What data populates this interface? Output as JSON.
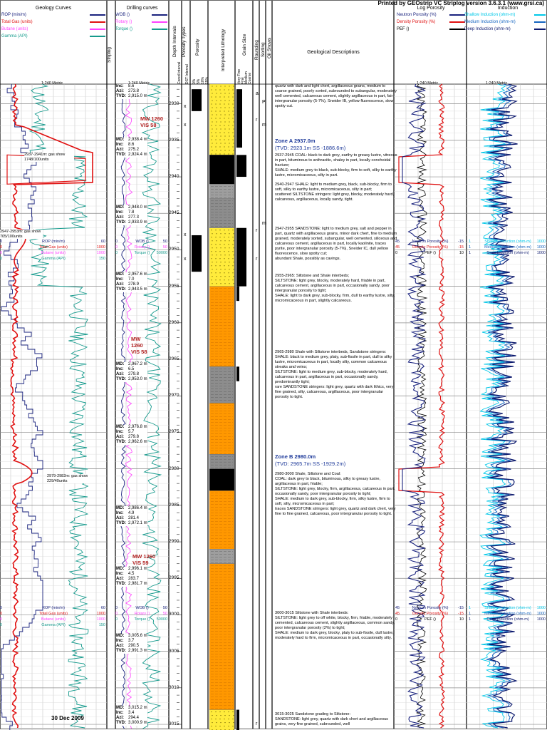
{
  "header": {
    "printed_by": "Printed by GEOstrip VC Striplog version 3.6.3.1 (www.grsi.ca)"
  },
  "tracks": {
    "geology": {
      "title": "Geology Curves",
      "legend": [
        {
          "label": "ROP (min/m)",
          "color": "#1a237e"
        },
        {
          "label": "Total Gas (units)",
          "color": "#e01010"
        },
        {
          "label": "Butane (units)",
          "color": "#ff40ff"
        },
        {
          "label": "Gamma (API)",
          "color": "#159a8c"
        }
      ],
      "scale": "1:240 Metric"
    },
    "drilling": {
      "title": "Drilling curves",
      "legend": [
        {
          "label": "WOB ()",
          "color": "#1a237e"
        },
        {
          "label": "Rotary ()",
          "color": "#ff40ff"
        },
        {
          "label": "Torque ()",
          "color": "#159a8c"
        }
      ],
      "scale": "1:240 Metric"
    },
    "striplog_label": "Striplog",
    "depth_intervals": "Depth Intervals",
    "porosity_types": "Porosity Types",
    "porosity": "Porosity",
    "interpreted_lithology": "Interpreted Lithology",
    "grain_size": "Grain Size",
    "rounding": "Rounding",
    "sorting": "Sorting",
    "oil_shows": "Oil Shows",
    "geological_descriptions": "Geological Descriptions",
    "core_interval": "Cored Interval",
    "dst_interval": "DST Interval",
    "log_porosity": {
      "title": "Log Porosity",
      "legend": [
        {
          "label": "Neutron Porosity (%)",
          "color": "#1a237e"
        },
        {
          "label": "Density Porosity (%)",
          "color": "#e01010"
        },
        {
          "label": "PEF ()",
          "color": "#000000"
        }
      ],
      "scale": "1:240 Metric"
    },
    "induction": {
      "title": "Induction",
      "legend": [
        {
          "label": "Shallow Induction (ohm-m)",
          "color": "#00c8e8"
        },
        {
          "label": "Medium Induction (ohm-m)",
          "color": "#1565c0"
        },
        {
          "label": "Deep Induction (ohm-m)",
          "color": "#0d1a6e"
        }
      ],
      "scale": "1:240 Metric"
    }
  },
  "depths": [
    "2930",
    "2935",
    "2940",
    "2945",
    "2950",
    "2955",
    "2960",
    "2965",
    "2970",
    "2975",
    "2980",
    "2985",
    "2990",
    "2995",
    "3000",
    "3005",
    "3010",
    "3015"
  ],
  "surveys": [
    {
      "md": "",
      "inc": "",
      "azi": "273.8",
      "tvd": "2,915.0 m"
    },
    {
      "md": "2,938.4 m",
      "inc": "8.6",
      "azi": "275.2",
      "tvd": "2,924.4 m"
    },
    {
      "md": "2,948.0 m",
      "inc": "7.8",
      "azi": "277.3",
      "tvd": "2,933.9 m"
    },
    {
      "md": "2,957.6 m",
      "inc": "7.0",
      "azi": "278.9",
      "tvd": "2,943.5 m"
    },
    {
      "md": "2,967.2 m",
      "inc": "6.5",
      "azi": "279.8",
      "tvd": "2,953.0 m"
    },
    {
      "md": "2,976.8 m",
      "inc": "5.7",
      "azi": "279.8",
      "tvd": "2,962.6 m"
    },
    {
      "md": "2,986.4 m",
      "inc": "4.9",
      "azi": "281.4",
      "tvd": "2,972.1 m"
    },
    {
      "md": "2,996.1 m",
      "inc": "4.5",
      "azi": "283.7",
      "tvd": "2,981.7 m"
    },
    {
      "md": "3,005.6 m",
      "inc": "3.7",
      "azi": "290.5",
      "tvd": "2,991.3 m"
    },
    {
      "md": "3,015.2 m",
      "inc": "3.4",
      "azi": "294.4",
      "tvd": "3,000.9 m"
    }
  ],
  "survey_labels": {
    "md": "MD:",
    "inc": "Inc:",
    "azi": "Azi:",
    "tvd": "TVD:",
    "top_inc": "8.6"
  },
  "mud": [
    {
      "mw": "MW 1260",
      "vis": "VIS 58"
    },
    {
      "mw": "MW 1260",
      "vis": "VIS 58"
    },
    {
      "mw": "MW 1260",
      "vis": "VIS 59"
    }
  ],
  "gas_notes": [
    "2937-2941m: gas show 1748/100units",
    "2947-2953m: gas show 705/100units",
    "2979-2982m: gas show 229/40units"
  ],
  "repeat_header": {
    "rop": "ROP (min/m)",
    "rop_l": "0",
    "rop_r": "60",
    "gas": "Total Gas (units)",
    "gas_l": "0",
    "gas_r": "1000",
    "butane": "Butane (units)",
    "butane_l": "0",
    "butane_r": "1000",
    "gamma": "Gamma (API)",
    "gamma_l": "0",
    "gamma_r": "150",
    "wob": "WOB ()",
    "wob_l": "0",
    "wob_r": "50",
    "rotary": "Rotary ()",
    "rotary_l": "0",
    "rotary_r": "50",
    "torque": "Torque ()",
    "torque_l": "0",
    "torque_r": "50000",
    "neutron": "Neutron Porosity (%)",
    "neutron_l": "45",
    "neutron_r": "-15",
    "density": "Density Porosity (%)",
    "density_l": "45",
    "density_r": "-15",
    "pef": "PEF ()",
    "pef_l": "0",
    "pef_r": "10",
    "shallow": "Shallow Induction (ohm-m)",
    "shallow_l": "1",
    "shallow_r": "1000",
    "medium": "Medium Induction (ohm-m)",
    "medium_l": "1",
    "medium_r": "1000",
    "deep": "Deep Induction (ohm-m)",
    "deep_l": "1",
    "deep_r": "1000"
  },
  "descriptions": {
    "top": "quartz with dark and light chert, argillaceous grains, medium to coarse grained, poorly sorted, subrounded to subangular, moderately well cemented, calcareous cement, slightly argillaceous in part, fair intergranular porosity (5-7%), Sneider IB, yellow fluorescence, slow spotty cut.",
    "zone_a": "Zone A 2937.0m",
    "zone_a_tvd": "(TVD: 2923.1m SS -1886.6m)",
    "d2937": "2937-2945 COAL: black to dark grey, earthy to greasy lustre, vitreous in part, bituminous to anthracitic, shaley in part, locally conchoidal fracture;\nSHALE: medium grey to black, sub-blocky, firm to soft, silky to earthy lustre, micromicaceous, silty in part.",
    "d2940": "2940-2947 SHALE: light to medium grey, black, sub-blocky, firm to soft, silky to earthy lustre, micromicaceous, silty in part;\nscattered SILTSTONE stringers: light grey, blocky, moderately hard, calcareous, argillaceous, locally sandy, tight.",
    "d2947": "2947-2955 SANDSTONE: light to medium grey, salt and pepper in part, quartz with argillaceous grains, minor dark chert, fine to medium grained, moderately sorted, subangular, well cemented, siliceous and calcareous cement, argillaceous in part, locally kaolinite, traces pyrite, poor intergranular porosity (5-7%), Sneider IC, dull yellow fluorescence, slow spotty cut;\nabundant Shale, possibly as cavings.",
    "d2955": "2955-2965: Siltstone and Shale interbeds;\nSILTSTONE: light grey, blocky, moderately hard, friable in part, calcareous cement, argillaceous in part, occasionally sandy, poor intergranular porosity to tight;\nSHALE: light to dark grey, sub-blocky, firm, dull to earthy lustre, silty, micromicaceous in part, slightly calcareous.",
    "d2965": "2965-2980 Shale with Siltstone interbeds, Sandstone stringers:\nSHALE: black to medium grey, platy, sub-fissile in part, dull to silky lustre, micromicaceous in part, locally silty, common calcareous streaks and veins;\nSILTSTONE: light to medium grey, sub-blocky, moderately hard, calcareous in part, argillaceous in part, occasionally sandy, predominantly tight;\nrare SANDSTONE stringers: light grey, quartz with dark lithics, very fine grained, silty, calcareous, argillaceous, poor intergranular porosity to tight.",
    "zone_b": "Zone B 2980.0m",
    "zone_b_tvd": "(TVD: 2965.7m SS -1929.2m)",
    "d2980": "2980-3000 Shale, Siltstone and Coal:\nCOAL: dark grey to black, bituminous, silky to greasy lustre, argillaceous in part, friable;\nSILTSTONE: light grey, blocky, firm, argillaceous, calcareous in part, occasionally sandy, poor intergranular porosity to tight;\nSHALE: medium to dark grey, sub-blocky, firm, silky lustre, firm to soft, silty, micromicaceous in part;\ntraces SANDSTONE stringers: light grey, quartz and dark chert, very fine to fine grained, calcareous, poor intergranular porosity to tight.",
    "d3000": "3000-3015 Siltstone with Shale interbeds:\nSILTSTONE: light grey to off white, blocky, firm, friable, moderately cemented, calcareous cement, slightly argillaceous, common sandy, poor intergranular porosity (2%) to tight;\nSHALE: medium to dark grey, blocky, platy to sub-fissile, dull lustre, moderately hard to firm, micromicaceous in part, occasionally silty.",
    "d3015": "3015-3025 Sandstone grading to Siltstone:\nSANDSTONE: light grey, quartz with dark chert and argillaceous grains, very fine grained, subrounded, well"
  },
  "date": "30 Dec 2009",
  "porosity_type_grain_legend": {
    "g1": "Very Fine",
    "g2": "Fine",
    "g3": "Medium",
    "g4": "Coarse",
    "p1": "0%",
    "p2": "5%",
    "p3": "10%",
    "p4": "15%"
  },
  "symbols": {
    "x": "x",
    "a": "a",
    "p": "P",
    "r": "r",
    "m": "m"
  }
}
